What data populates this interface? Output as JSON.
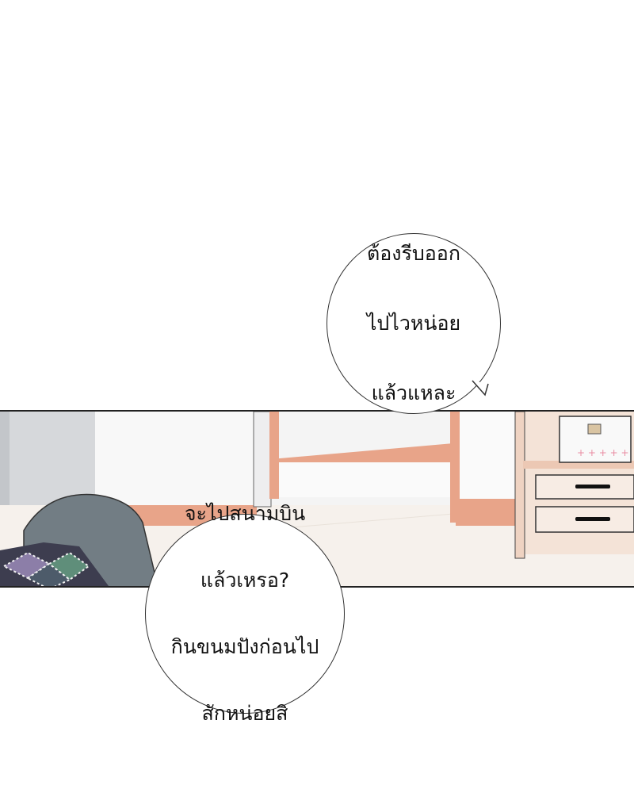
{
  "bubble_top": {
    "lines": [
      "ต้องรีบออก",
      "ไปไวหน่อย",
      "แล้วแหละ"
    ]
  },
  "bubble_bottom": {
    "lines": [
      "จะไปสนามบิน",
      "แล้วเหรอ?",
      "กินขนมปังก่อนไป",
      "สักหน่อยสิ"
    ]
  },
  "colors": {
    "wood": "#e8a489",
    "wall": "#f6f6f6",
    "sofa": "#727d84",
    "outline": "#222222"
  },
  "icons": [
    "first-aid-box-icon"
  ]
}
